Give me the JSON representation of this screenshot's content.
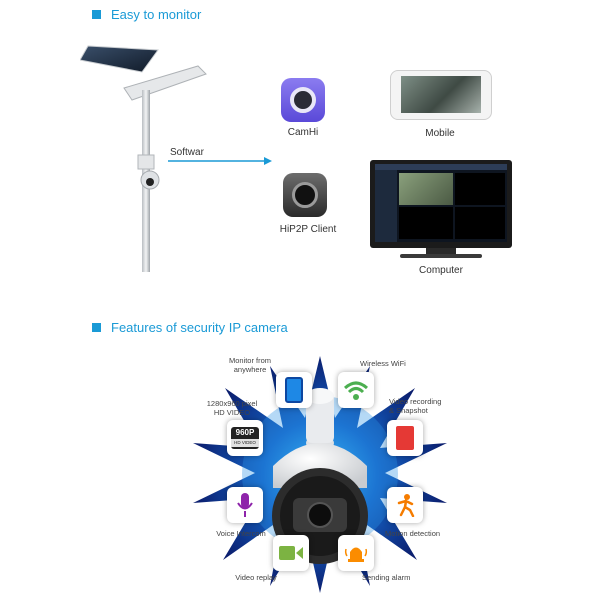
{
  "section1": {
    "title": "Easy to monitor"
  },
  "arrow": {
    "label": "Softwar"
  },
  "apps": {
    "camhi": "CamHi",
    "mobile": "Mobile",
    "hip2p": "HiP2P Client",
    "computer": "Computer"
  },
  "section2": {
    "title": "Features of security IP camera"
  },
  "features": {
    "monitor": [
      "Monitor from",
      "anywhere"
    ],
    "wifi": [
      "Wireless WiFi"
    ],
    "hd": [
      "1280x960 pixel",
      "HD VIDEO"
    ],
    "recording": [
      "Video recording",
      "& Snapshot"
    ],
    "intercom": [
      "Voice Intercom"
    ],
    "motion": [
      "Motion detection"
    ],
    "replay": [
      "Video replay"
    ],
    "alarm": [
      "Sending alarm"
    ]
  },
  "badge": {
    "top": "960P",
    "bottom": "HD VIDEO"
  },
  "colors": {
    "accent": "#1a9ad6",
    "starburst": "#0b1e6e"
  }
}
